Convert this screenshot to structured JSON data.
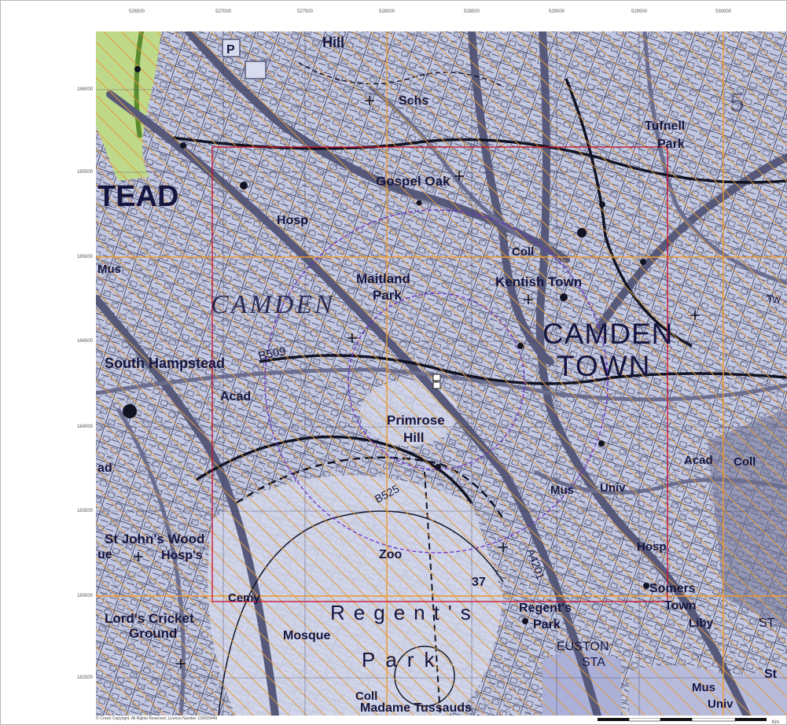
{
  "easting_ticks": [
    "526500",
    "527000",
    "527500",
    "528000",
    "528500",
    "529000",
    "529500",
    "530000"
  ],
  "northing_ticks": [
    "186000",
    "185500",
    "185000",
    "184500",
    "184000",
    "183500",
    "183000",
    "182500"
  ],
  "copyright": "© Crown Copyright. All Rights Reserved. Licence Number 100020449",
  "scale_label": "Km",
  "place_labels": {
    "camden_town_1": "CAMDEN",
    "camden_town_2": "TOWN",
    "camden": "CAMDEN",
    "tead": "TEAD",
    "gospel_oak": "Gospel Oak",
    "kentish_town": "Kentish Town",
    "maitland_1": "Maitland",
    "maitland_2": "Park",
    "primrose_1": "Primrose",
    "primrose_2": "Hill",
    "south_hampstead": "South Hampstead",
    "st_johns_wood": "St John's Wood",
    "lords_1": "Lord's Cricket",
    "lords_2": "Ground",
    "regents": "Regent's",
    "park_letters": "Park",
    "regents_park_1": "Regent's",
    "regents_park_2": "Park",
    "euston_1": "EUSTON",
    "euston_2": "STA",
    "tufnell_1": "Tufnell",
    "tufnell_2": "Park",
    "somers_1": "Somers",
    "somers_2": "Town",
    "madame": "Madame Tussauds",
    "zoo": "Zoo",
    "mosque": "Mosque",
    "hill_top": "Hill",
    "schs": "Schs",
    "coll_1": "Coll",
    "coll_2": "Coll",
    "coll_3": "Coll",
    "hosp_1": "Hosp",
    "hosp_2": "Hosp's",
    "hosp_3": "Hosp",
    "acad_1": "Acad",
    "acad_2": "Acad",
    "mus_1": "Mus",
    "mus_2": "Mus",
    "mus_3": "Mus",
    "univ_1": "Univ",
    "univ_2": "Univ",
    "liby": "Liby",
    "cemy": "Cemy",
    "road_b509": "B509",
    "road_b525": "B525",
    "road_a4201": "A4201",
    "num_37": "37",
    "num_5": "5",
    "tw": "Tw",
    "st_1": "ST",
    "st_2": "St",
    "ad": "ad",
    "ue": "ue"
  },
  "colors": {
    "map_base": "#c3c8e2",
    "hatch": "#e79a3c",
    "grid_orange": "#ee9a30",
    "study_box": "#c8102e",
    "buffer_circle": "#6a2fc8",
    "green_space": "#bfd98a"
  }
}
